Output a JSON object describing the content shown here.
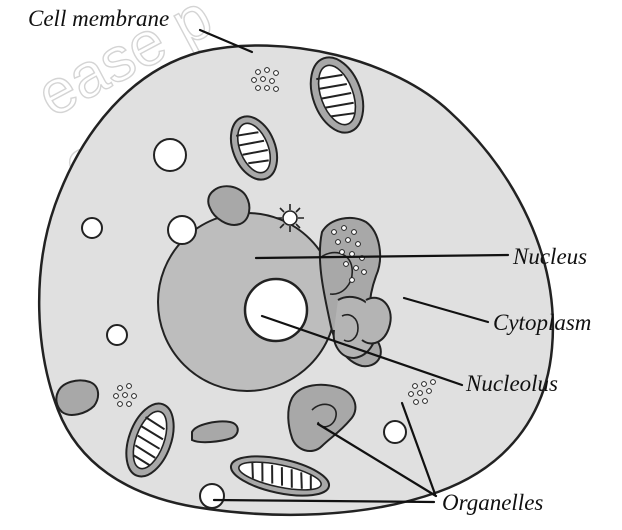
{
  "diagram": {
    "labels": {
      "cell_membrane": "Cell membrane",
      "nucleus": "Nucleus",
      "cytoplasm": "Cytoplasm",
      "nucleolus": "Nucleolus",
      "organelles": "Organelles"
    },
    "watermark": [
      "ease p",
      "cense."
    ],
    "colors": {
      "cytoplasm": "#e0e0e0",
      "nucleus": "#bdbdbd",
      "organelle_fill": "#a8a8a8",
      "outline": "#222222",
      "background": "#ffffff"
    }
  }
}
